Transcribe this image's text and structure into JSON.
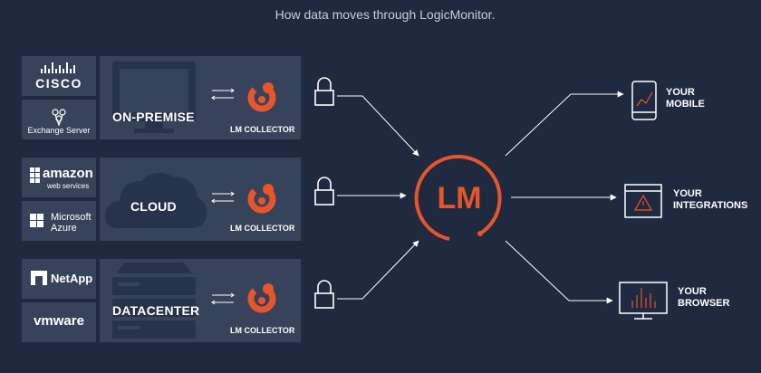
{
  "title": "How data moves through LogicMonitor.",
  "rows": [
    {
      "logos": [
        {
          "name": "cisco",
          "text": "CISCO"
        },
        {
          "name": "exchange",
          "text": "Exchange Server"
        }
      ],
      "label": "ON-PREMISE",
      "collector": "LM COLLECTOR"
    },
    {
      "logos": [
        {
          "name": "amazon",
          "text": "amazon",
          "sub": "web services"
        },
        {
          "name": "azure",
          "text": "Microsoft",
          "sub": "Azure"
        }
      ],
      "label": "CLOUD",
      "collector": "LM COLLECTOR"
    },
    {
      "logos": [
        {
          "name": "netapp",
          "text": "NetApp"
        },
        {
          "name": "vmware",
          "text": "vmware"
        }
      ],
      "label": "DATACENTER",
      "collector": "LM COLLECTOR"
    }
  ],
  "center": {
    "text": "LM"
  },
  "destinations": [
    {
      "line1": "YOUR",
      "line2": "MOBILE"
    },
    {
      "line1": "YOUR",
      "line2": "INTEGRATIONS"
    },
    {
      "line1": "YOUR",
      "line2": "BROWSER"
    }
  ],
  "colors": {
    "background": "#1f2a40",
    "panel": "#36435a",
    "accent": "#e8552a"
  }
}
